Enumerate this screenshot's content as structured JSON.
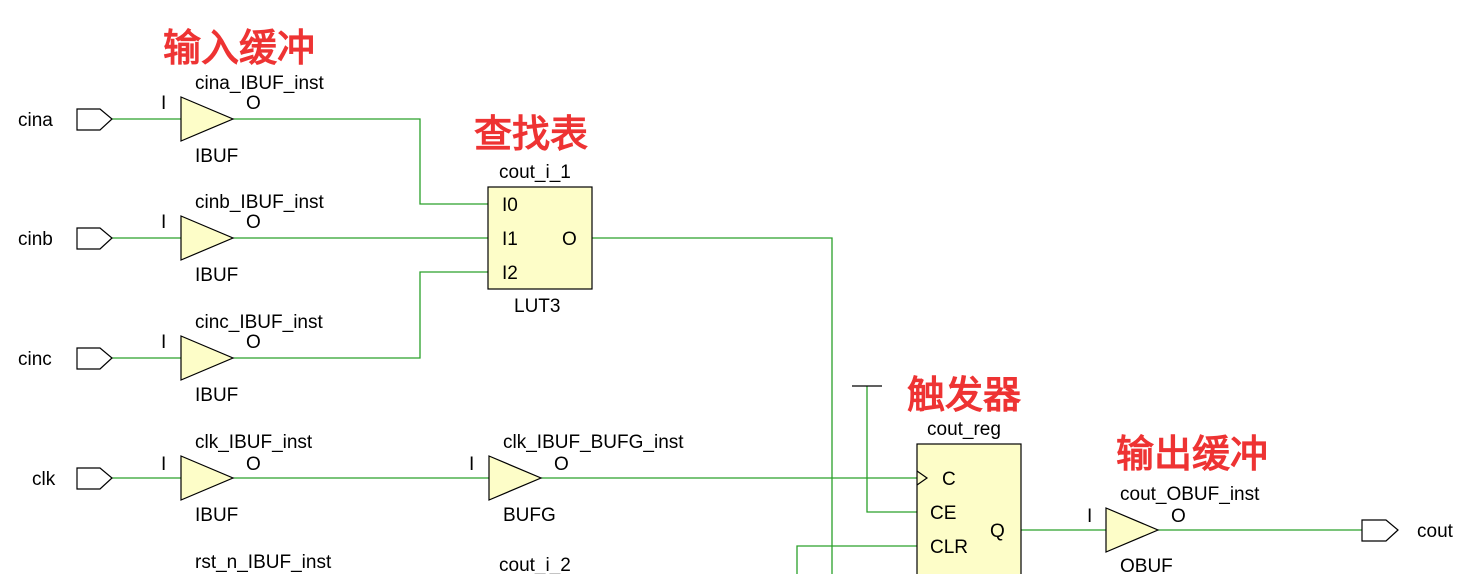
{
  "colors": {
    "background": "#ffffff",
    "wire": "#2aa02a",
    "cell_fill": "#fdfdc8",
    "annotation": "#ee3333"
  },
  "annotations": {
    "input_buffer": "输入缓冲",
    "lookup_table": "查找表",
    "flip_flop": "触发器",
    "output_buffer": "输出缓冲"
  },
  "ports": {
    "cina": "cina",
    "cinb": "cinb",
    "cinc": "cinc",
    "clk": "clk",
    "cout": "cout"
  },
  "cells": {
    "cina_ibuf": {
      "inst": "cina_IBUF_inst",
      "type": "IBUF",
      "pin_in": "I",
      "pin_out": "O"
    },
    "cinb_ibuf": {
      "inst": "cinb_IBUF_inst",
      "type": "IBUF",
      "pin_in": "I",
      "pin_out": "O"
    },
    "cinc_ibuf": {
      "inst": "cinc_IBUF_inst",
      "type": "IBUF",
      "pin_in": "I",
      "pin_out": "O"
    },
    "clk_ibuf": {
      "inst": "clk_IBUF_inst",
      "type": "IBUF",
      "pin_in": "I",
      "pin_out": "O"
    },
    "rst_ibuf": {
      "inst": "rst_n_IBUF_inst"
    },
    "bufg": {
      "inst": "clk_IBUF_BUFG_inst",
      "type": "BUFG",
      "pin_in": "I",
      "pin_out": "O"
    },
    "lut": {
      "inst": "cout_i_1",
      "type": "LUT3",
      "pins": [
        "I0",
        "I1",
        "I2"
      ],
      "pin_out": "O"
    },
    "lut2": {
      "inst": "cout_i_2"
    },
    "ff": {
      "inst": "cout_reg",
      "pins": [
        "C",
        "CE",
        "CLR"
      ],
      "pin_out": "Q"
    },
    "obuf": {
      "inst": "cout_OBUF_inst",
      "type": "OBUF",
      "pin_in": "I",
      "pin_out": "O"
    }
  }
}
